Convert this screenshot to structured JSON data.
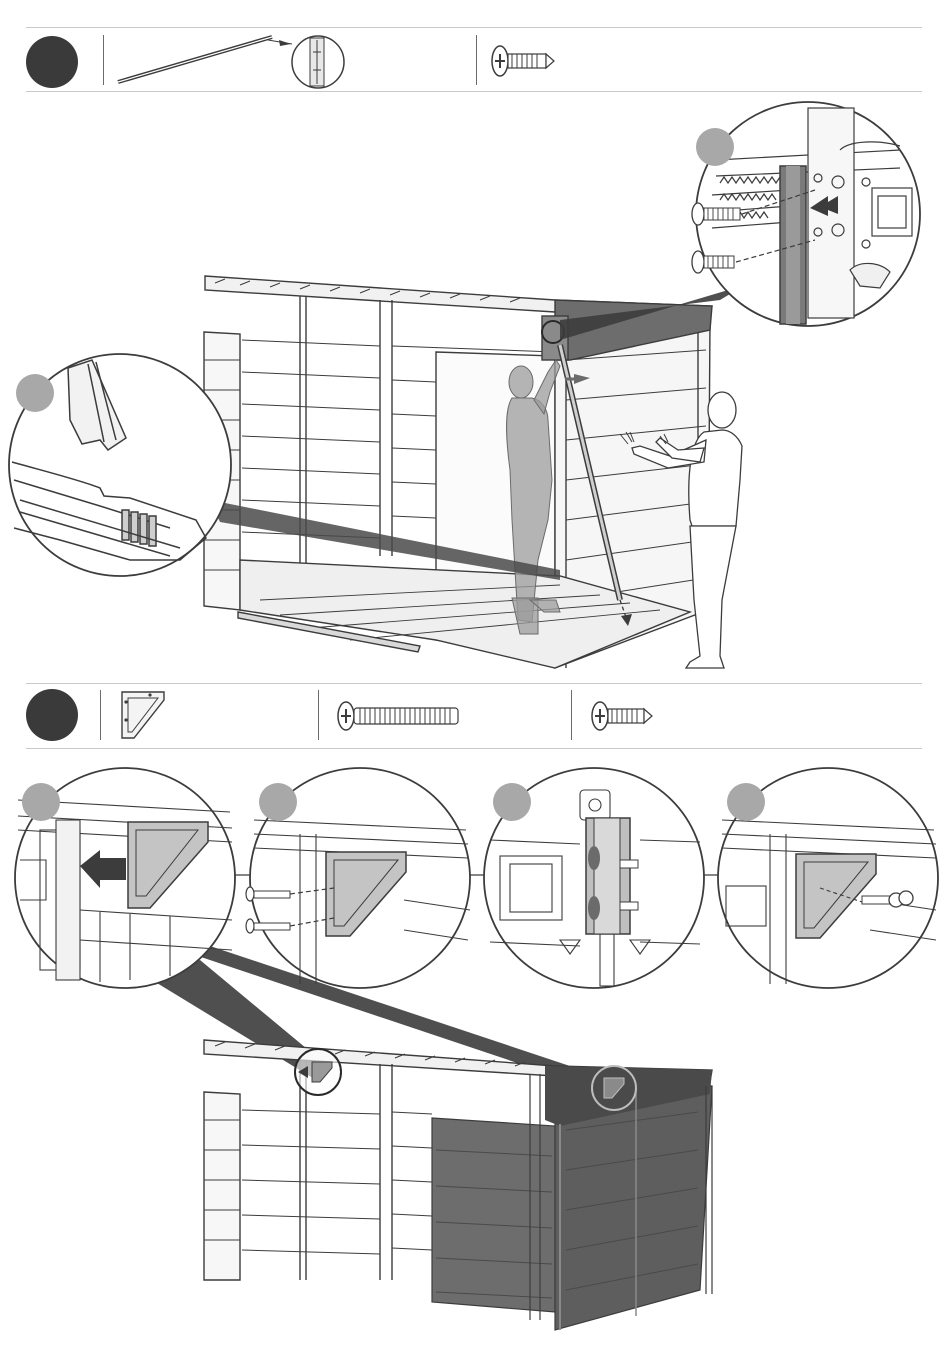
{
  "document": {
    "type": "assembly-instructions",
    "steps": [
      {
        "parts": [
          "long-rail",
          "rail-end-detail",
          "short-screw"
        ]
      },
      {
        "parts": [
          "corner-bracket",
          "long-bolt",
          "short-screw"
        ],
        "detail_callouts": 4
      }
    ]
  },
  "colors": {
    "step_dot": "#3a3a3a",
    "callout_dot": "#a8a8a8",
    "panel_dark": "#6d6d6d",
    "line": "#3c3c3c",
    "rule": "#c9c9c9"
  }
}
